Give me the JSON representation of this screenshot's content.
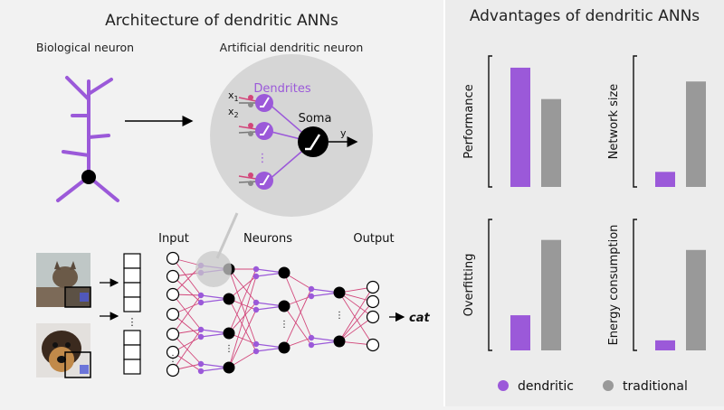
{
  "left_panel": {
    "title": "Architecture of dendritic ANNs",
    "bio_label": "Biological neuron",
    "artificial_label": "Artificial dendritic neuron",
    "dendrites_label": "Dendrites",
    "soma_label": "Soma",
    "x1_base": "x",
    "x1_sub": "1",
    "x2_base": "x",
    "x2_sub": "2",
    "y_label": "y",
    "vdots": "⋮",
    "input_label": "Input",
    "neurons_label": "Neurons",
    "output_label": "Output",
    "output_class": "cat",
    "output_arrow": "→",
    "dots": "⋮"
  },
  "right_panel": {
    "title": "Advantages of dendritic ANNs"
  },
  "colors": {
    "dendritic": "#9b59d9",
    "traditional": "#999999",
    "connection": "#d2467a",
    "soma": "#000000",
    "magnifier": "#cccccc"
  },
  "chart_data": [
    {
      "type": "bar",
      "ylabel": "Performance",
      "categories": [
        "dendritic",
        "traditional"
      ],
      "values": [
        0.95,
        0.7
      ],
      "ylim": [
        0,
        1
      ]
    },
    {
      "type": "bar",
      "ylabel": "Network size",
      "categories": [
        "dendritic",
        "traditional"
      ],
      "values": [
        0.12,
        0.84
      ],
      "ylim": [
        0,
        1
      ]
    },
    {
      "type": "bar",
      "ylabel": "Overfitting",
      "categories": [
        "dendritic",
        "traditional"
      ],
      "values": [
        0.28,
        0.88
      ],
      "ylim": [
        0,
        1
      ]
    },
    {
      "type": "bar",
      "ylabel": "Energy consumption",
      "categories": [
        "dendritic",
        "traditional"
      ],
      "values": [
        0.08,
        0.8
      ],
      "ylim": [
        0,
        1
      ]
    }
  ],
  "legend": [
    {
      "label": "dendritic",
      "color": "#9b59d9"
    },
    {
      "label": "traditional",
      "color": "#999999"
    }
  ]
}
